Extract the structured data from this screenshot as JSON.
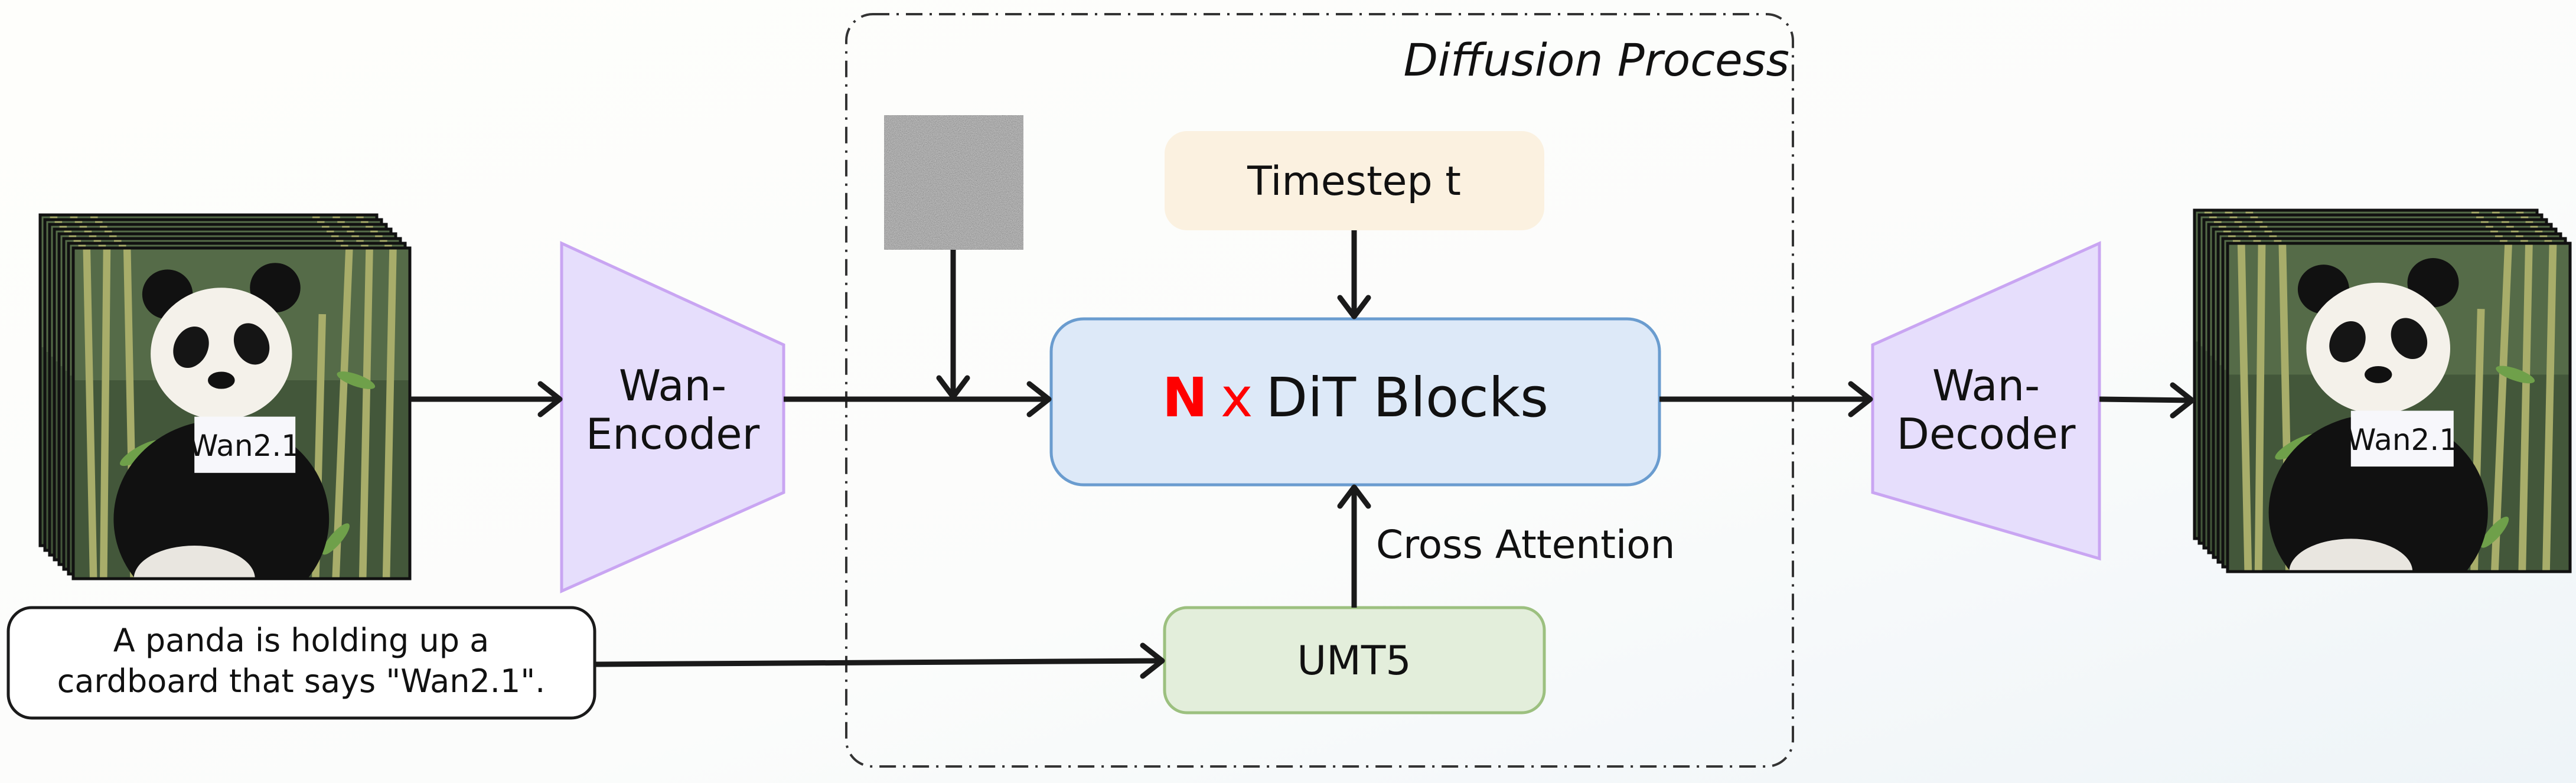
{
  "diffusion_process": {
    "label": "Diffusion Process"
  },
  "input_video": {
    "sign_text": "Wan2.1",
    "frame_count": 8
  },
  "output_video": {
    "sign_text": "Wan2.1",
    "frame_count": 8
  },
  "text_prompt": {
    "line1": "A panda is holding up a",
    "line2": "cardboard that says \"Wan2.1\"."
  },
  "encoder": {
    "line1": "Wan-",
    "line2": "Encoder"
  },
  "decoder": {
    "line1": "Wan-",
    "line2": "Decoder"
  },
  "timestep": {
    "label": "Timestep t"
  },
  "dit_blocks": {
    "n": "N",
    "times": "x",
    "label": "DiT Blocks"
  },
  "umt5": {
    "label": "UMT5"
  },
  "cross_attention": {
    "label": "Cross Attention"
  },
  "colors": {
    "timestep_fill": "#fbf1e0",
    "dit_fill": "#dde9f8",
    "dit_stroke": "#6a9ccf",
    "umt5_fill": "#e3eedb",
    "umt5_stroke": "#9cc07f",
    "codec_fill": "#e6defc",
    "codec_stroke": "#c9a5f2",
    "accent_red": "#ff0000"
  }
}
